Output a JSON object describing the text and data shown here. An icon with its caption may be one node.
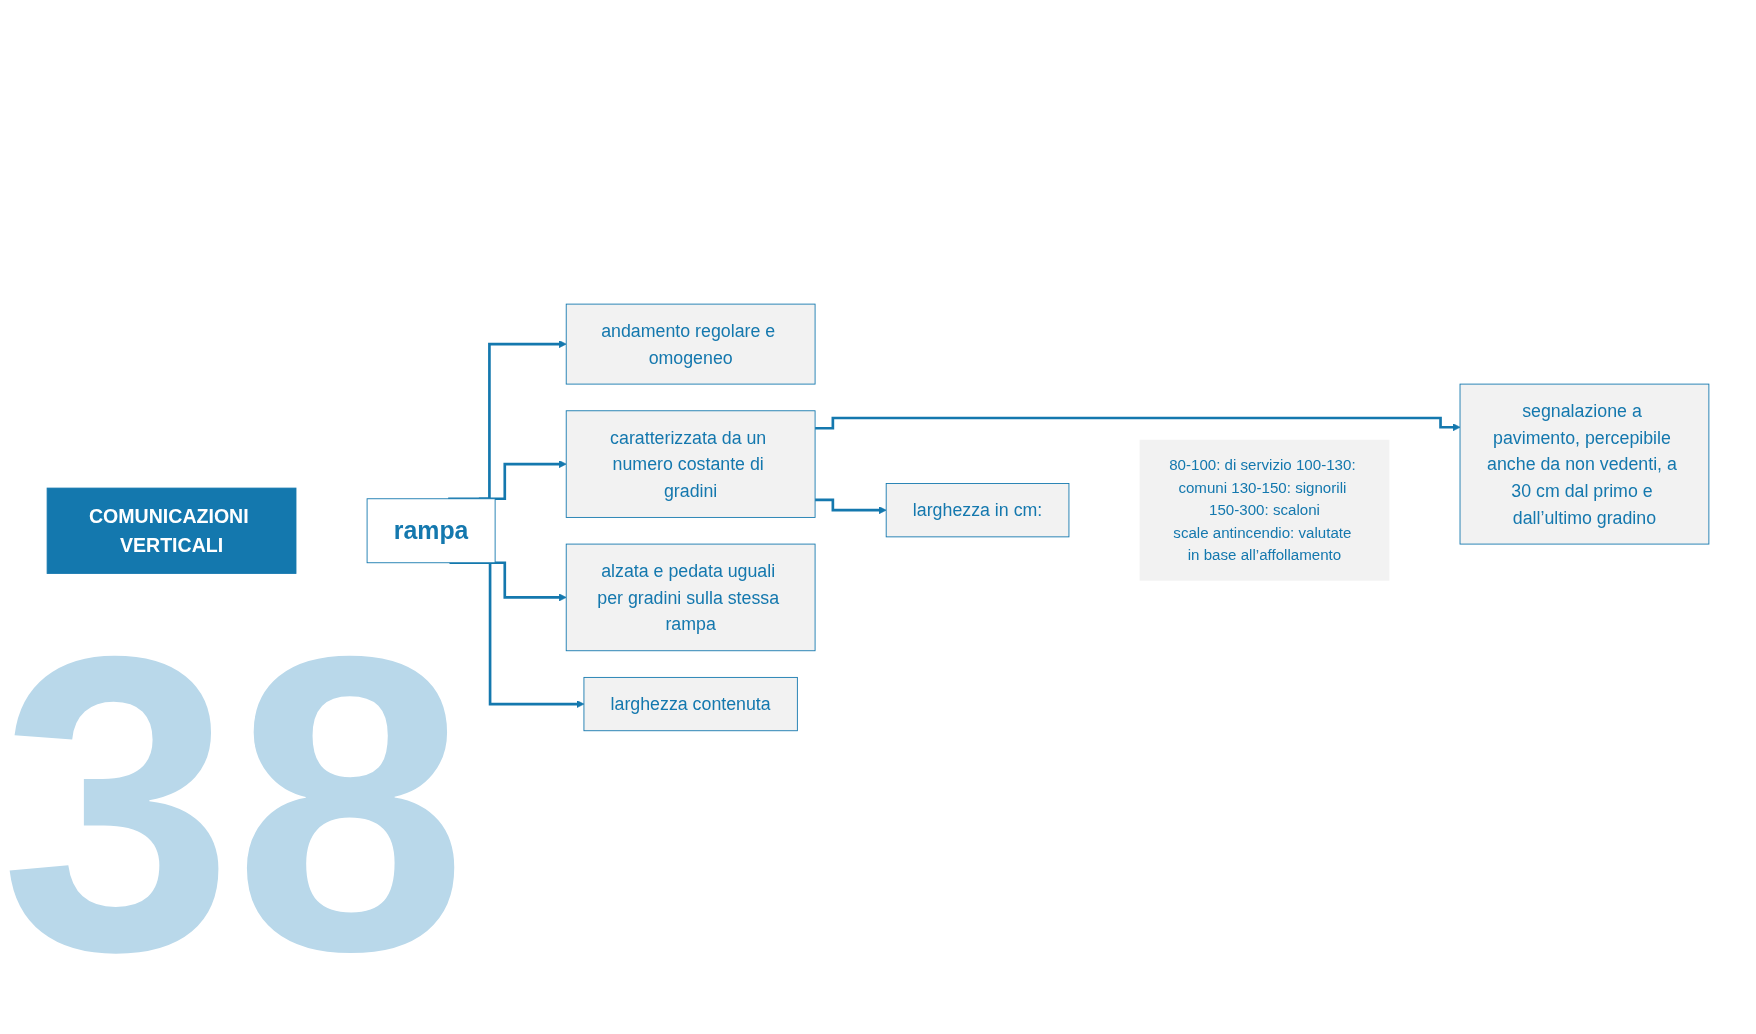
{
  "diagram": {
    "nodes": [
      {
        "text": [
          "COMUNICAZIONI VERTICALI"
        ]
      },
      {
        "text": [
          "rampa"
        ]
      },
      {
        "text": [
          "andamento regolare e omogeneo"
        ]
      },
      {
        "text": [
          "caratterizzata da un numero costante di gradini"
        ]
      },
      {
        "text": [
          "alzata e pedata uguali per gradini sulla stessa rampa"
        ]
      },
      {
        "text": [
          "larghezza contenuta"
        ]
      },
      {
        "text": [
          "larghezza in cm:"
        ]
      },
      {
        "text": [
          "80-100: di servizio 100-130: comuni 130-150: signorili 150-300: scaloni",
          "scale antincendio: valutate in base all’affollamento"
        ]
      },
      {
        "text": [
          "segnalazione a pavimento, percepibile anche da non vedenti, a 30 cm dal primo e dall’ultimo gradino"
        ]
      }
    ],
    "edges": [
      {
        "from": 1,
        "to": 2,
        "arrow": "to"
      },
      {
        "from": 1,
        "to": 3,
        "arrow": "to"
      },
      {
        "from": 1,
        "to": 4,
        "arrow": "to"
      },
      {
        "from": 1,
        "to": 5,
        "arrow": "to"
      },
      {
        "from": 3,
        "to": 6,
        "arrow": "to"
      },
      {
        "from": 3,
        "to": 8,
        "arrow": "to"
      }
    ],
    "labels": [
      "38"
    ]
  }
}
